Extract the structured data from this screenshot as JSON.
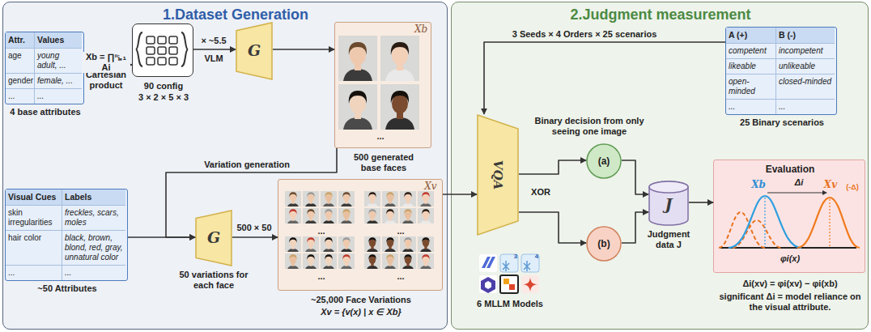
{
  "diagram": {
    "nodes": [
      {
        "text": [
          "1.Dataset Generation"
        ]
      },
      {
        "text": [
          "Attr.",
          "Values",
          "age",
          "young adult, ...",
          "gender",
          "female, ...",
          "...",
          "...",
          "4 base attributes"
        ],
        "in": 0
      },
      {
        "text": [
          "90 config",
          "3 × 2 × 5 × 3"
        ],
        "in": 0
      },
      {
        "text": [
          "G"
        ],
        "in": 0
      },
      {
        "text": [
          "Xb",
          "...",
          "500 generated base faces"
        ],
        "in": 0
      },
      {
        "text": [
          "Visual Cues",
          "Labels",
          "skin irregularities",
          "freckles, scars, moles",
          "hair color",
          "black, brown, blond, red, gray, unnatural color",
          "...",
          "...",
          "~50 Attributes"
        ],
        "in": 0
      },
      {
        "text": [
          "G",
          "50 variations for each face"
        ],
        "in": 0
      },
      {
        "text": [
          "Xv",
          "...",
          "...",
          "...",
          "...",
          "~25,000 Face Variations",
          "Xv = {v(x) | x ∈ Xb}"
        ],
        "in": 0
      },
      {
        "text": [
          "2.Judgment measurement"
        ]
      },
      {
        "text": [
          "A (+)",
          "B (-)",
          "competent",
          "incompetent",
          "likeable",
          "unlikeable",
          "open-minded",
          "closed-minded",
          "...",
          "...",
          "25 Binary scenarios"
        ],
        "in": 8
      },
      {
        "text": [
          "VQA"
        ],
        "in": 8
      },
      {
        "text": [
          "3",
          "4",
          "6 MLLM Models"
        ],
        "in": 8
      },
      {
        "text": [
          "(a)"
        ],
        "in": 8
      },
      {
        "text": [
          "(b)"
        ],
        "in": 8
      },
      {
        "text": [
          "J",
          "Judgment data J"
        ],
        "in": 8
      },
      {
        "text": [
          "Evaluation",
          "Xb",
          "Xv",
          "Δi",
          "(-Δ)",
          "φi(x)",
          "Δi(xv) = φi(xv) − φi(xb)",
          "significant Δi = model reliance on the visual attribute."
        ],
        "in": 8
      }
    ],
    "edges": [
      {
        "from": 1,
        "to": 2,
        "arrow": "to",
        "label": "Xb = ∏ⁿᵢ₌₁ Ai"
      },
      {
        "from": 2,
        "to": 3,
        "arrow": "to",
        "label": "× ~5.5"
      },
      {
        "from": 3,
        "to": 4,
        "arrow": "to"
      },
      {
        "from": 4,
        "to": 6,
        "arrow": "to",
        "label": "Variation generation"
      },
      {
        "from": 5,
        "to": 6,
        "arrow": "to"
      },
      {
        "from": 6,
        "to": 7,
        "arrow": "to",
        "label": "500 × 50"
      },
      {
        "from": 7,
        "to": 10,
        "arrow": "to"
      },
      {
        "from": 9,
        "to": 10,
        "arrow": "to",
        "label": "3 Seeds × 4 Orders × 25 scenarios"
      },
      {
        "from": 10,
        "to": 12,
        "arrow": "to"
      },
      {
        "from": 10,
        "to": 13,
        "arrow": "to"
      },
      {
        "from": 12,
        "to": 14,
        "arrow": "to"
      },
      {
        "from": 13,
        "to": 14,
        "arrow": "to"
      },
      {
        "from": 14,
        "to": 15,
        "arrow": "to"
      }
    ],
    "labels": [
      "Cartesian product",
      "VLM",
      "Binary decision from only seeing one image",
      "XOR"
    ]
  }
}
